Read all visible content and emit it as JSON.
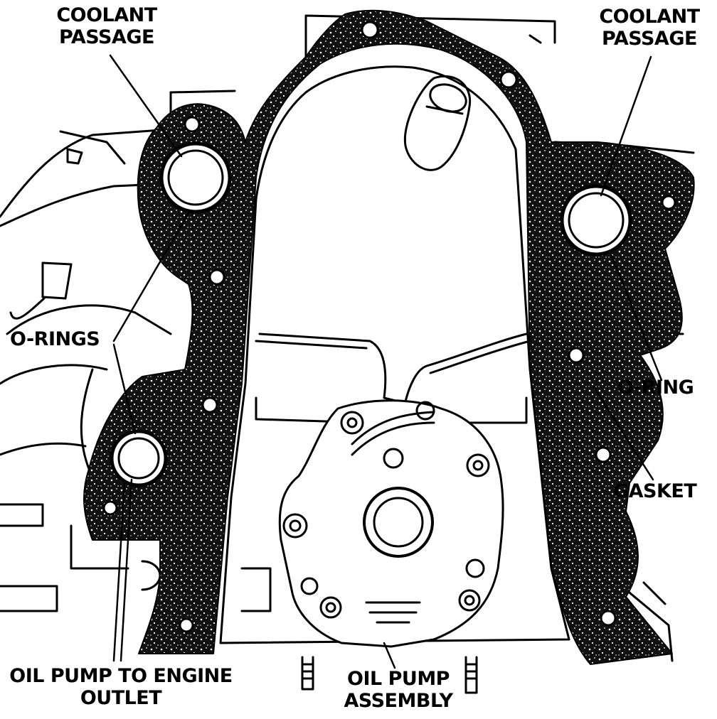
{
  "labels": {
    "coolant_passage_left": [
      "COOLANT",
      "PASSAGE"
    ],
    "coolant_passage_right": [
      "COOLANT",
      "PASSAGE"
    ],
    "o_rings": "O-RINGS",
    "o_ring": "O-RING",
    "gasket": "GASKET",
    "oil_pump_outlet": [
      "OIL PUMP TO ENGINE",
      "OUTLET"
    ],
    "oil_pump_assembly": [
      "OIL PUMP",
      "ASSEMBLY"
    ]
  },
  "colors": {
    "ink": "#000000",
    "paper": "#ffffff",
    "gasket": "#111111"
  }
}
